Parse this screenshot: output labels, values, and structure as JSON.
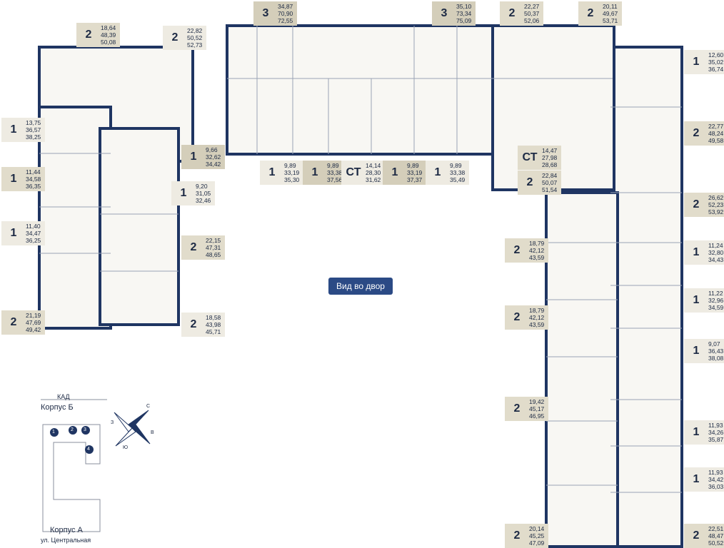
{
  "yard_button": "Вид во двор",
  "locator": {
    "kad": "КАД",
    "korpus_b": "Корпус Б",
    "korpus_a": "Корпус А",
    "street": "ул. Центральная",
    "sections": [
      "1",
      "2",
      "3",
      "4"
    ]
  },
  "compass": {
    "n": "С",
    "e": "В",
    "s": "Ю",
    "w": "З"
  },
  "colors": {
    "walls": "#1f3562",
    "tag1": "#eeebe2",
    "tag2": "#e1dccb",
    "tag3": "#d4ceba",
    "accent": "#2b4a85"
  },
  "apartments": [
    {
      "rooms": "3",
      "a1": "34,87",
      "a2": "70,90",
      "a3": "72,55"
    },
    {
      "rooms": "3",
      "a1": "35,10",
      "a2": "73,34",
      "a3": "75,09"
    },
    {
      "rooms": "2",
      "a1": "22,27",
      "a2": "50,37",
      "a3": "52,06"
    },
    {
      "rooms": "2",
      "a1": "20,11",
      "a2": "49,67",
      "a3": "53,71"
    },
    {
      "rooms": "2",
      "a1": "18,64",
      "a2": "48,39",
      "a3": "50,08"
    },
    {
      "rooms": "2",
      "a1": "22,82",
      "a2": "50,52",
      "a3": "52,73"
    },
    {
      "rooms": "1",
      "a1": "12,60",
      "a2": "35,02",
      "a3": "36,74"
    },
    {
      "rooms": "1",
      "a1": "13,75",
      "a2": "36,57",
      "a3": "38,25"
    },
    {
      "rooms": "2",
      "a1": "22,77",
      "a2": "48,24",
      "a3": "49,58"
    },
    {
      "rooms": "1",
      "a1": "9,66",
      "a2": "32,62",
      "a3": "34,42"
    },
    {
      "rooms": "1",
      "a1": "9,89",
      "a2": "33,19",
      "a3": "35,30"
    },
    {
      "rooms": "1",
      "a1": "9,89",
      "a2": "33,38",
      "a3": "37,56"
    },
    {
      "rooms": "СТ",
      "a1": "14,14",
      "a2": "28,30",
      "a3": "31,62"
    },
    {
      "rooms": "1",
      "a1": "9,89",
      "a2": "33,19",
      "a3": "37,37"
    },
    {
      "rooms": "1",
      "a1": "9,89",
      "a2": "33,38",
      "a3": "35,49"
    },
    {
      "rooms": "СТ",
      "a1": "14,47",
      "a2": "27,98",
      "a3": "28,68"
    },
    {
      "rooms": "2",
      "a1": "22,84",
      "a2": "50,07",
      "a3": "51,54"
    },
    {
      "rooms": "1",
      "a1": "11,44",
      "a2": "34,58",
      "a3": "36,35"
    },
    {
      "rooms": "1",
      "a1": "9,20",
      "a2": "31,05",
      "a3": "32,46"
    },
    {
      "rooms": "2",
      "a1": "26,62",
      "a2": "52,23",
      "a3": "53,92"
    },
    {
      "rooms": "1",
      "a1": "11,40",
      "a2": "34,47",
      "a3": "36,25"
    },
    {
      "rooms": "2",
      "a1": "22,15",
      "a2": "47,31",
      "a3": "48,65"
    },
    {
      "rooms": "2",
      "a1": "18,79",
      "a2": "42,12",
      "a3": "43,59"
    },
    {
      "rooms": "1",
      "a1": "11,24",
      "a2": "32,80",
      "a3": "34,43"
    },
    {
      "rooms": "1",
      "a1": "11,22",
      "a2": "32,96",
      "a3": "34,59"
    },
    {
      "rooms": "2",
      "a1": "21,19",
      "a2": "47,69",
      "a3": "49,42"
    },
    {
      "rooms": "2",
      "a1": "18,58",
      "a2": "43,98",
      "a3": "45,71"
    },
    {
      "rooms": "2",
      "a1": "18,79",
      "a2": "42,12",
      "a3": "43,59"
    },
    {
      "rooms": "1",
      "a1": "9,07",
      "a2": "36,43",
      "a3": "38,08"
    },
    {
      "rooms": "2",
      "a1": "19,42",
      "a2": "45,17",
      "a3": "46,95"
    },
    {
      "rooms": "1",
      "a1": "11,93",
      "a2": "34,26",
      "a3": "35,87"
    },
    {
      "rooms": "1",
      "a1": "11,93",
      "a2": "34,42",
      "a3": "36,03"
    },
    {
      "rooms": "2",
      "a1": "20,14",
      "a2": "45,25",
      "a3": "47,09"
    },
    {
      "rooms": "2",
      "a1": "22,51",
      "a2": "48,47",
      "a3": "50,52"
    }
  ]
}
